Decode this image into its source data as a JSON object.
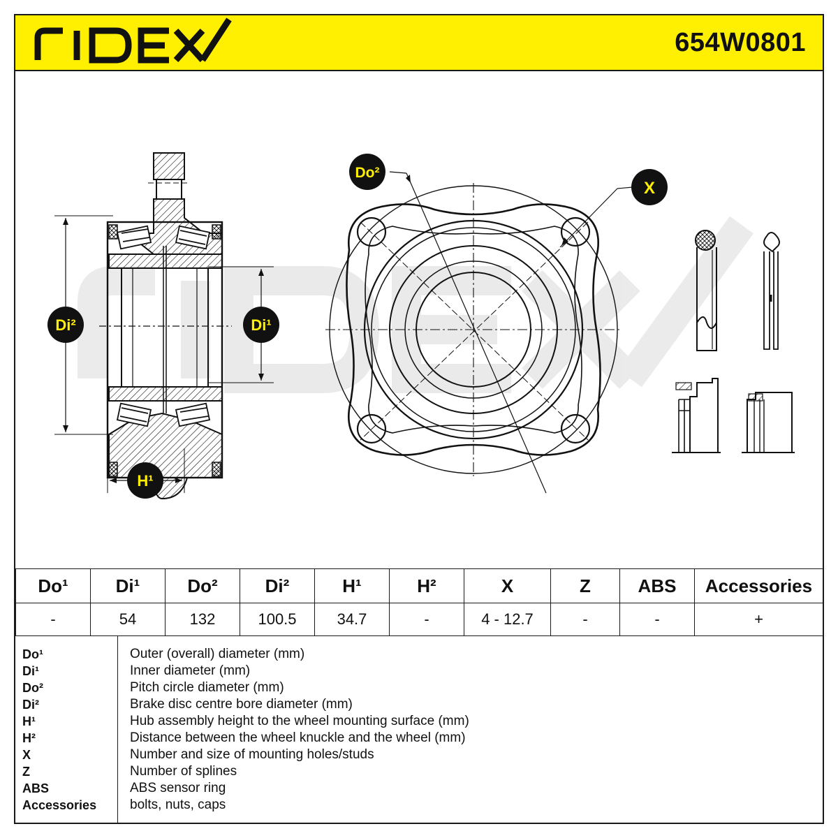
{
  "header": {
    "brand": "RIDEX",
    "part_number": "654W0801"
  },
  "watermark": "RIDEX",
  "drawing": {
    "labels": {
      "do2": "Do²",
      "x": "X",
      "di2": "Di²",
      "di1": "Di¹",
      "h1": "H¹"
    },
    "colors": {
      "badge_bg": "#111111",
      "badge_text": "#ffef00",
      "brand_yellow": "#ffef00"
    }
  },
  "specs": {
    "headers": [
      "Do¹",
      "Di¹",
      "Do²",
      "Di²",
      "H¹",
      "H²",
      "X",
      "Z",
      "ABS",
      "Accessories"
    ],
    "values": [
      "-",
      "54",
      "132",
      "100.5",
      "34.7",
      "-",
      "4 - 12.7",
      "-",
      "-",
      "+"
    ]
  },
  "legend": [
    {
      "key": "Do¹",
      "desc": "Outer (overall) diameter (mm)"
    },
    {
      "key": "Di¹",
      "desc": "Inner diameter (mm)"
    },
    {
      "key": "Do²",
      "desc": "Pitch circle diameter (mm)"
    },
    {
      "key": "Di²",
      "desc": "Brake disc centre bore diameter (mm)"
    },
    {
      "key": "H¹",
      "desc": "Hub assembly height to the wheel mounting surface (mm)"
    },
    {
      "key": "H²",
      "desc": "Distance between the wheel knuckle and the wheel (mm)"
    },
    {
      "key": "X",
      "desc": "Number and size of mounting holes/studs"
    },
    {
      "key": "Z",
      "desc": "Number of splines"
    },
    {
      "key": "ABS",
      "desc": "ABS sensor ring"
    },
    {
      "key": "Accessories",
      "desc": "bolts, nuts, caps"
    }
  ]
}
